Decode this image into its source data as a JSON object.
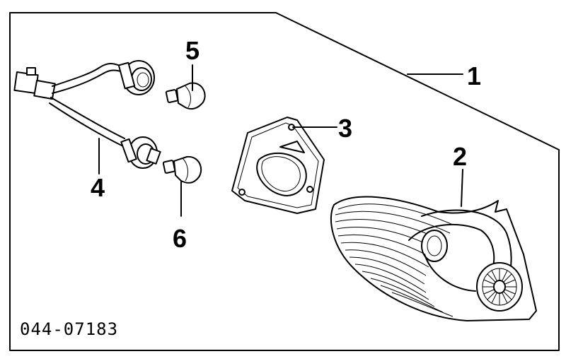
{
  "diagram": {
    "part_number": "044-07183",
    "callouts": [
      {
        "id": "1",
        "label": "1"
      },
      {
        "id": "2",
        "label": "2"
      },
      {
        "id": "3",
        "label": "3"
      },
      {
        "id": "4",
        "label": "4"
      },
      {
        "id": "5",
        "label": "5"
      },
      {
        "id": "6",
        "label": "6"
      }
    ]
  }
}
